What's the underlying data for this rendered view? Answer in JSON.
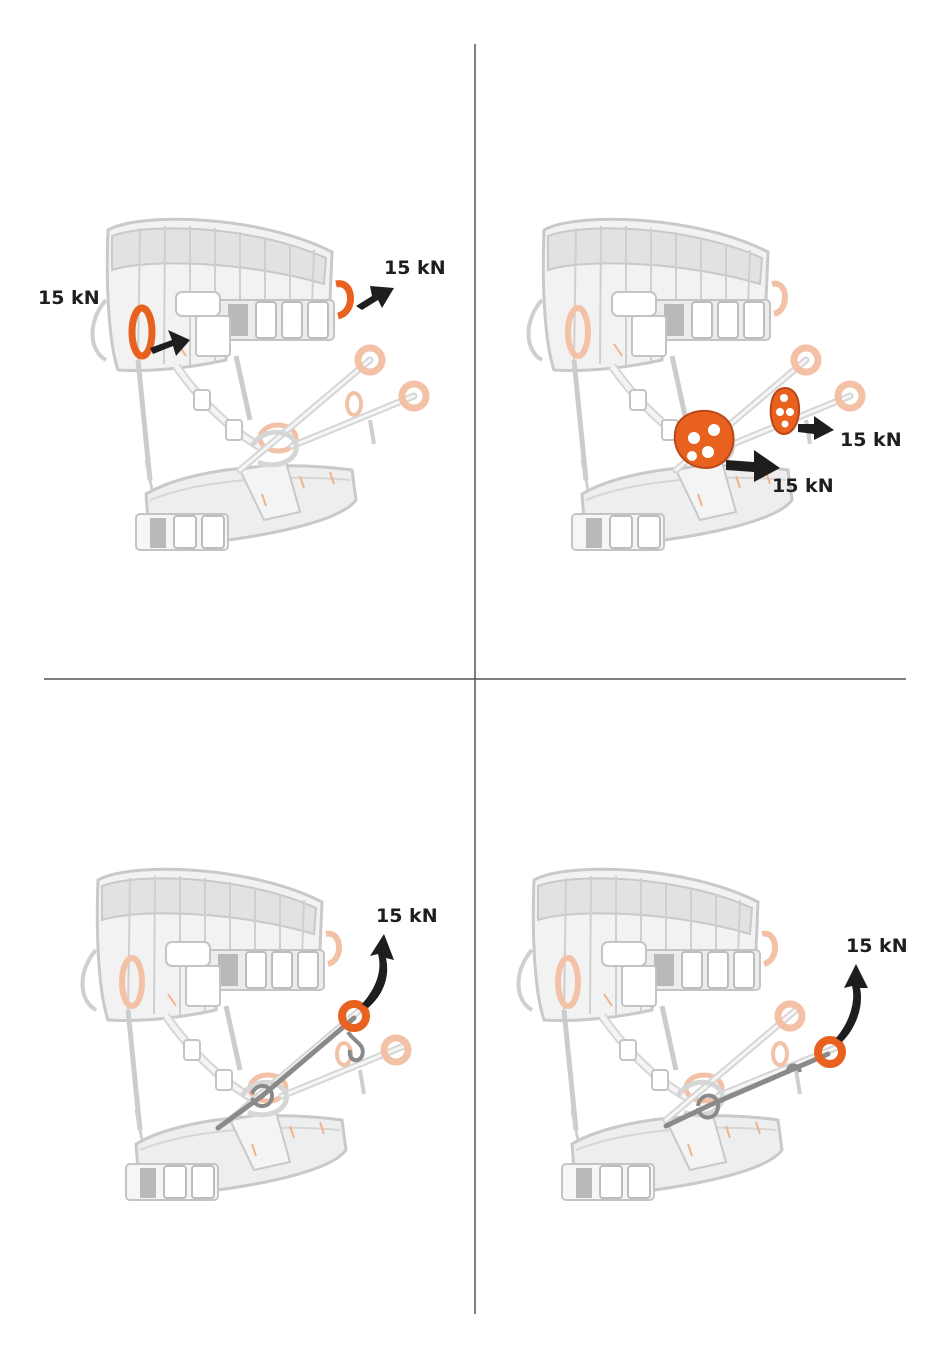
{
  "colors": {
    "accent": "#e9611f",
    "accent_faded": "#f3c2a6",
    "outline_faded": "#c9c9c9",
    "fill_faded": "#f2f2f2",
    "fill_faded_dark": "#dcdcdc",
    "arrow": "#1e1e1e",
    "divider": "#555555",
    "rope": "#8a8a8a"
  },
  "panels": [
    {
      "highlight": "ventral-rings",
      "labels": [
        "15 kN",
        "15 kN"
      ]
    },
    {
      "highlight": "rigging-plates",
      "labels": [
        "15 kN",
        "15 kN"
      ]
    },
    {
      "highlight": "leg-loop-bridge-ring",
      "labels": [
        "15 kN"
      ]
    },
    {
      "highlight": "ventral-bridge-ring",
      "labels": [
        "15 kN"
      ]
    }
  ]
}
